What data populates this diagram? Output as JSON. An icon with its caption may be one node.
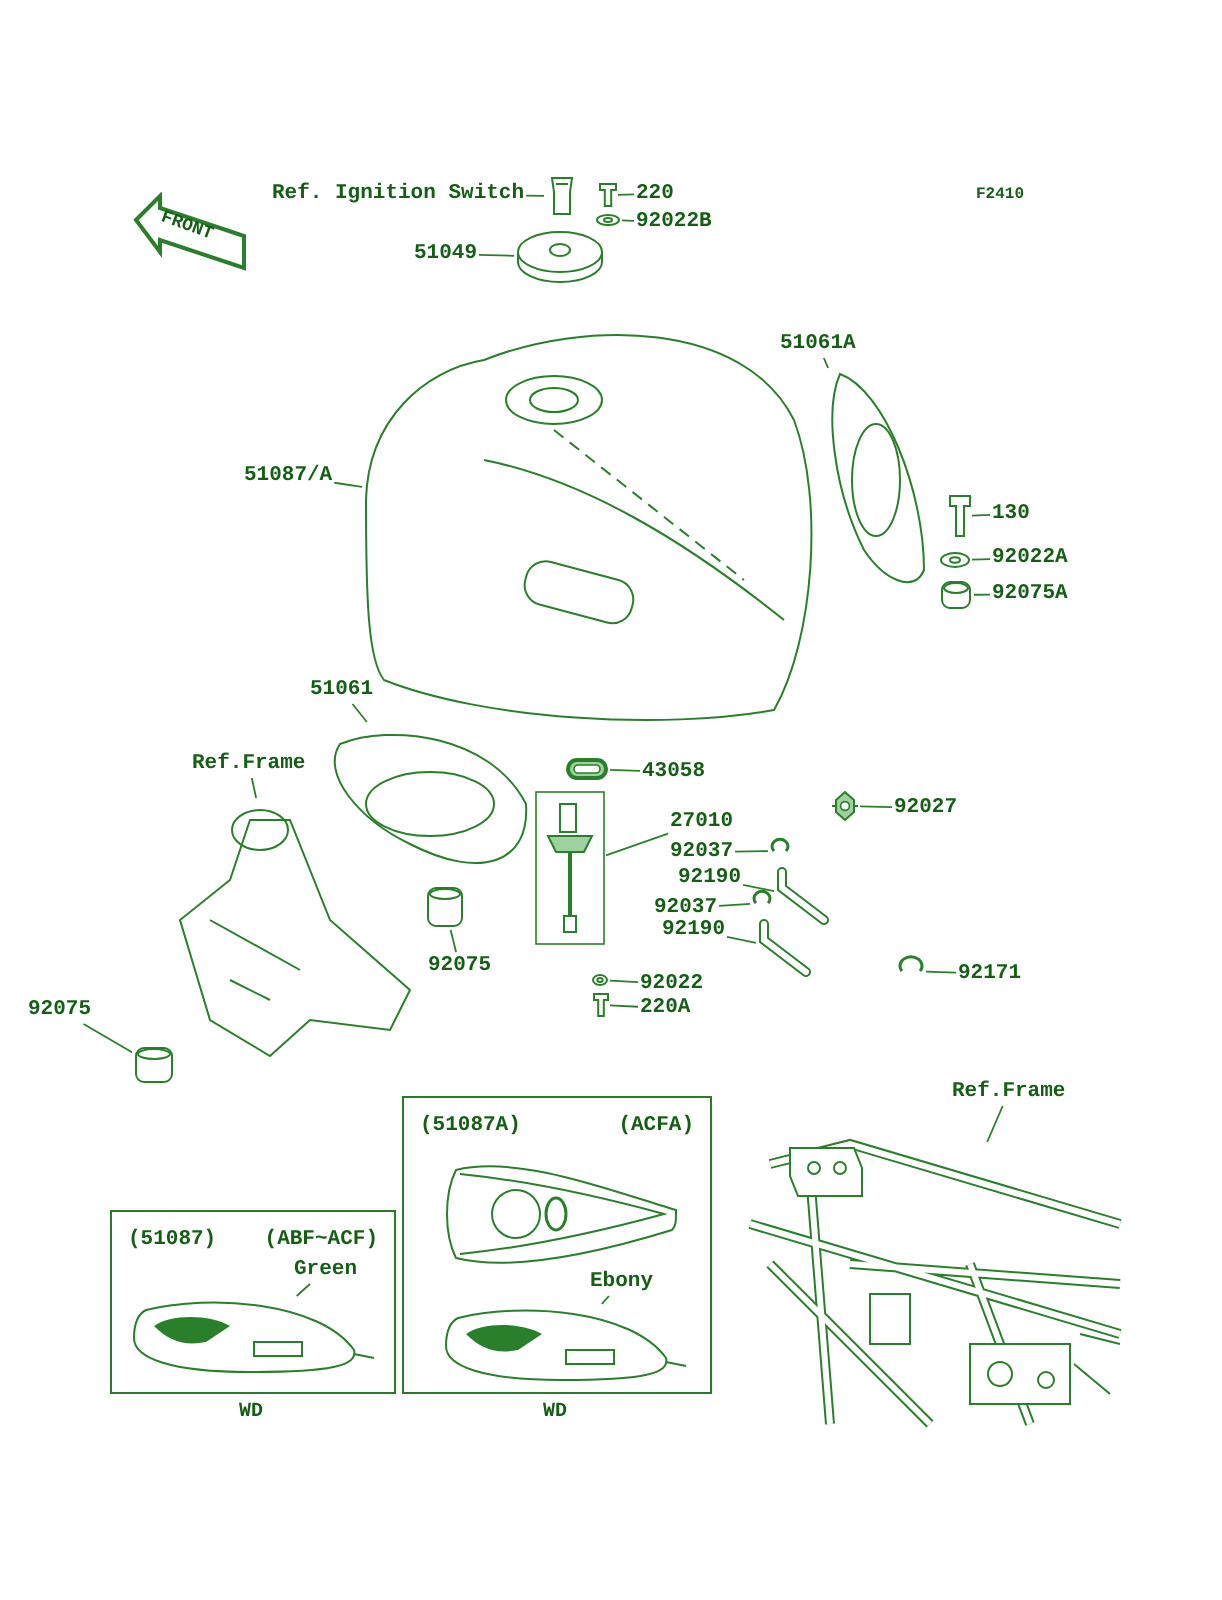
{
  "diagram": {
    "nodes": [
      {
        "text": [
          "Ref. Ignition Switch"
        ]
      },
      {
        "text": [],
        "shape": "picture"
      },
      {
        "text": [
          "220"
        ]
      },
      {
        "text": [],
        "shape": "picture"
      },
      {
        "text": [
          "92022B"
        ]
      },
      {
        "text": [],
        "shape": "picture"
      },
      {
        "text": [
          "51049"
        ]
      },
      {
        "text": [],
        "shape": "picture"
      },
      {
        "text": [
          "51087/A"
        ]
      },
      {
        "text": [],
        "shape": "picture"
      },
      {
        "text": [
          "51061A"
        ]
      },
      {
        "text": [],
        "shape": "picture"
      },
      {
        "text": [
          "130"
        ]
      },
      {
        "text": [],
        "shape": "picture"
      },
      {
        "text": [
          "92022A"
        ]
      },
      {
        "text": [],
        "shape": "picture"
      },
      {
        "text": [
          "92075A"
        ]
      },
      {
        "text": [],
        "shape": "picture"
      },
      {
        "text": [
          "51061"
        ]
      },
      {
        "text": [],
        "shape": "picture"
      },
      {
        "text": [
          "Ref.Frame"
        ]
      },
      {
        "text": [],
        "shape": "picture"
      },
      {
        "text": [
          "92075"
        ]
      },
      {
        "text": [],
        "shape": "picture"
      },
      {
        "text": [
          "92075"
        ]
      },
      {
        "text": [],
        "shape": "picture"
      },
      {
        "text": [
          "43058"
        ]
      },
      {
        "text": [],
        "shape": "picture"
      },
      {
        "text": [
          "27010"
        ]
      },
      {
        "text": [],
        "shape": "picture"
      },
      {
        "text": [
          "92037"
        ]
      },
      {
        "text": [],
        "shape": "picture"
      },
      {
        "text": [
          "92190"
        ]
      },
      {
        "text": [],
        "shape": "picture"
      },
      {
        "text": [
          "92037"
        ]
      },
      {
        "text": [],
        "shape": "picture"
      },
      {
        "text": [
          "92190"
        ]
      },
      {
        "text": [],
        "shape": "picture"
      },
      {
        "text": [
          "92022"
        ]
      },
      {
        "text": [],
        "shape": "picture"
      },
      {
        "text": [
          "220A"
        ]
      },
      {
        "text": [],
        "shape": "picture"
      },
      {
        "text": [
          "92027"
        ]
      },
      {
        "text": [],
        "shape": "picture"
      },
      {
        "text": [
          "92171"
        ]
      },
      {
        "text": [],
        "shape": "picture"
      },
      {
        "text": [
          "Ref.Frame"
        ]
      },
      {
        "text": [],
        "shape": "picture"
      },
      {
        "text": [
          "(51087)",
          "(ABF~ACF)"
        ],
        "beside": [
          "WD"
        ]
      },
      {
        "text": [
          "Green"
        ],
        "in": 48
      },
      {
        "text": [],
        "shape": "picture",
        "in": 48
      },
      {
        "text": [
          "(51087A)",
          "(ACFA)"
        ],
        "beside": [
          "WD"
        ]
      },
      {
        "text": [
          "Ebony"
        ],
        "in": 51
      },
      {
        "text": [],
        "shape": "picture",
        "in": 51
      }
    ],
    "edges": [
      {
        "from": 0,
        "to": 1,
        "arrow": "none"
      },
      {
        "from": 2,
        "to": 3,
        "arrow": "none"
      },
      {
        "from": 4,
        "to": 5,
        "arrow": "none"
      },
      {
        "from": 6,
        "to": 7,
        "arrow": "none"
      },
      {
        "from": 8,
        "to": 9,
        "arrow": "none"
      },
      {
        "from": 10,
        "to": 11,
        "arrow": "none"
      },
      {
        "from": 12,
        "to": 13,
        "arrow": "none"
      },
      {
        "from": 14,
        "to": 15,
        "arrow": "none"
      },
      {
        "from": 16,
        "to": 17,
        "arrow": "none"
      },
      {
        "from": 18,
        "to": 19,
        "arrow": "none"
      },
      {
        "from": 20,
        "to": 21,
        "arrow": "none"
      },
      {
        "from": 22,
        "to": 23,
        "arrow": "none"
      },
      {
        "from": 24,
        "to": 25,
        "arrow": "none"
      },
      {
        "from": 26,
        "to": 27,
        "arrow": "none"
      },
      {
        "from": 28,
        "to": 29,
        "arrow": "none"
      },
      {
        "from": 30,
        "to": 31,
        "arrow": "none"
      },
      {
        "from": 32,
        "to": 33,
        "arrow": "none"
      },
      {
        "from": 34,
        "to": 35,
        "arrow": "none"
      },
      {
        "from": 36,
        "to": 37,
        "arrow": "none"
      },
      {
        "from": 38,
        "to": 39,
        "arrow": "none"
      },
      {
        "from": 40,
        "to": 41,
        "arrow": "none"
      },
      {
        "from": 42,
        "to": 43,
        "arrow": "none"
      },
      {
        "from": 44,
        "to": 45,
        "arrow": "none"
      },
      {
        "from": 46,
        "to": 47,
        "arrow": "none"
      },
      {
        "from": 49,
        "to": 50,
        "arrow": "none"
      },
      {
        "from": 52,
        "to": 53,
        "arrow": "none"
      }
    ],
    "labels": [
      "FRONT",
      "F2410"
    ]
  }
}
